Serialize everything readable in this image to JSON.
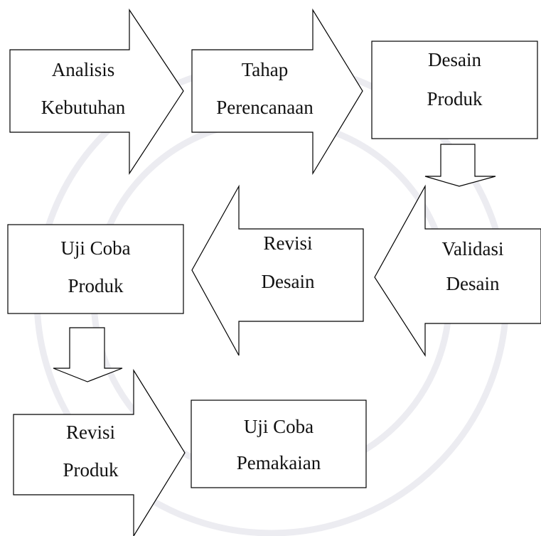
{
  "flowchart": {
    "step1": {
      "line1": "Analisis",
      "line2": "Kebutuhan"
    },
    "step2": {
      "line1": "Tahap",
      "line2": "Perencanaan"
    },
    "step3": {
      "line1": "Desain",
      "line2": "Produk"
    },
    "step4": {
      "line1": "Validasi",
      "line2": "Desain"
    },
    "step5": {
      "line1": "Revisi",
      "line2": "Desain"
    },
    "step6": {
      "line1": "Uji Coba",
      "line2": "Produk"
    },
    "step7": {
      "line1": "Revisi",
      "line2": "Produk"
    },
    "step8": {
      "line1": "Uji Coba",
      "line2": "Pemakaian"
    }
  },
  "colors": {
    "stroke": "#000000",
    "fill": "#ffffff",
    "watermark": "#e9e9ef"
  }
}
